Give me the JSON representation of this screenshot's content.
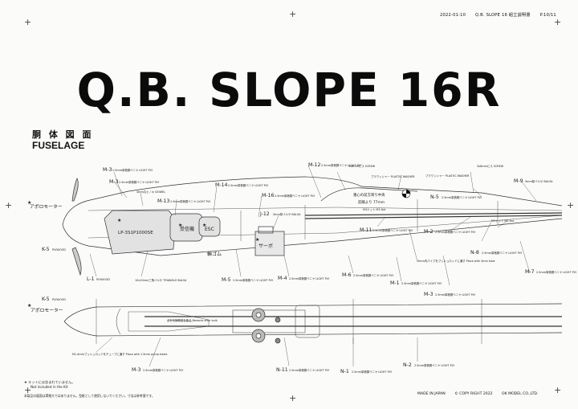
{
  "header": {
    "date": "2022-01-10",
    "doc": "Q.B. SLOPE 16 組立説明書",
    "page": "P.10/11"
  },
  "title": "Q.B. SLOPE 16R",
  "section": {
    "jp": "胴 体 図 面",
    "en": "FUSELAGE"
  },
  "top_view": {
    "apollo": "アポロモーター",
    "lipo": "LP-3S1P1000SE",
    "receiver": "受信機",
    "esc": "ESC",
    "rubber": "輪ゴム",
    "servo": "サーボ",
    "k5": "K-5",
    "k5_sub": "PLYWOOD",
    "l1": "L-1",
    "l1_sub": "PLYWOOD",
    "m3a": "M-3",
    "m3a_sub": "2.5mm厚積層ベニヤ LIGHT PLY",
    "m3b": "M-3",
    "m3b_sub": "2.5mm厚積層ベニヤ LIGHT PLY",
    "dowel": "4mm丸ヒノキ DOWEL",
    "m13": "M-13",
    "m13_sub": "2.5mm厚積層ベニヤ LIGHT PLY",
    "m14": "M-14",
    "m14_sub": "2.5mm厚積層ベニヤ LIGHT PLY",
    "m16": "M-16",
    "m16_sub": "2.5mm厚積層ベニヤ LIGHT PLY",
    "j12": "J-12",
    "j12_sub": "5mm厚バルサ BALSA",
    "m12": "M-12",
    "m12_sub": "2.5mm厚積層ベニヤ LIGHT PLY",
    "screw": "3x8mmビス SCREW",
    "washer1": "プラワッシャー PLASTIC WASHER",
    "washer2": "プラワッシャー PLASTIC WASHER",
    "screw2": "3x8mmビス SCREW",
    "cg1": "重心の前方寄り中央",
    "cg2": "前縁より 77mm",
    "nut": "M3ナット M3 Nut",
    "n5": "N-5",
    "n5_sub": "2.5mm厚積層ベニヤ LIGHT PLY",
    "m11": "M-11",
    "m11_sub": "2.5mm厚積層ベニヤ LIGHT PLY",
    "m2": "M-2",
    "m2_sub": "2.5mm厚積層ベニヤ LIGHT PLY",
    "n8": "N-8",
    "n8_sub": "2.5mm厚積層ベニヤ LIGHT PLY",
    "m5": "M-5",
    "m5_sub": "2.5mm厚積層ベニヤ LIGHT PLY",
    "m4": "M-4",
    "m4_sub": "2.5mm厚積層ベニヤ LIGHT PLY",
    "m6": "M-6",
    "m6_sub": "2.5mm厚積層ベニヤ LIGHT PLY",
    "m1": "M-1",
    "m1_sub": "2.5mm厚積層ベニヤ LIGHT PLY",
    "m7": "M-7",
    "m7_sub": "2.5mm厚積層ベニヤ LIGHT PLY",
    "m9": "M-9",
    "m9_sub": "5mm厚バルサ BALSA",
    "triangle": "10x10mm三角バルサ TRIANGLE BALSA",
    "tube": "3mm内パイプをプッシュロッドに通す Place with 3mm tube",
    "m3c": "M-3",
    "m3c_sub": "2.5mm厚積層ベニヤ LIGHT PLY"
  },
  "bottom_view": {
    "k5": "K-5",
    "k5_sub": "PLYWOOD",
    "apollo": "アポロモーター",
    "remove": "余分な接着剤を取る Remove after bulk",
    "tube2": "M1.4mmプッシュロッドをチューブに通す Place with 1.5mm pump tubes",
    "m3": "M-3",
    "m3_sub": "2.5mm厚積層ベニヤ LIGHT PLY",
    "n11": "N-11",
    "n11_sub": "2.5mm厚積層ベニヤ LIGHT PLY",
    "n1": "N-1",
    "n1_sub": "2.5mm厚積層ベニヤ LIGHT PLY",
    "n2": "N-2",
    "n2_sub": "2.5mm厚積層ベニヤ LIGHT PLY"
  },
  "legend": {
    "star": "★",
    "jp": "キットには含まれていません。",
    "en": "Not included in the Kit"
  },
  "footnote": "本製品の図面は実物大ではありません。型紙として使用しないでください。寸法は参考値です。",
  "footer": {
    "made": "MADE IN JAPAN",
    "copy": "© COPY RIGHT 2022",
    "maker": "OK MODEL CO.,LTD."
  }
}
